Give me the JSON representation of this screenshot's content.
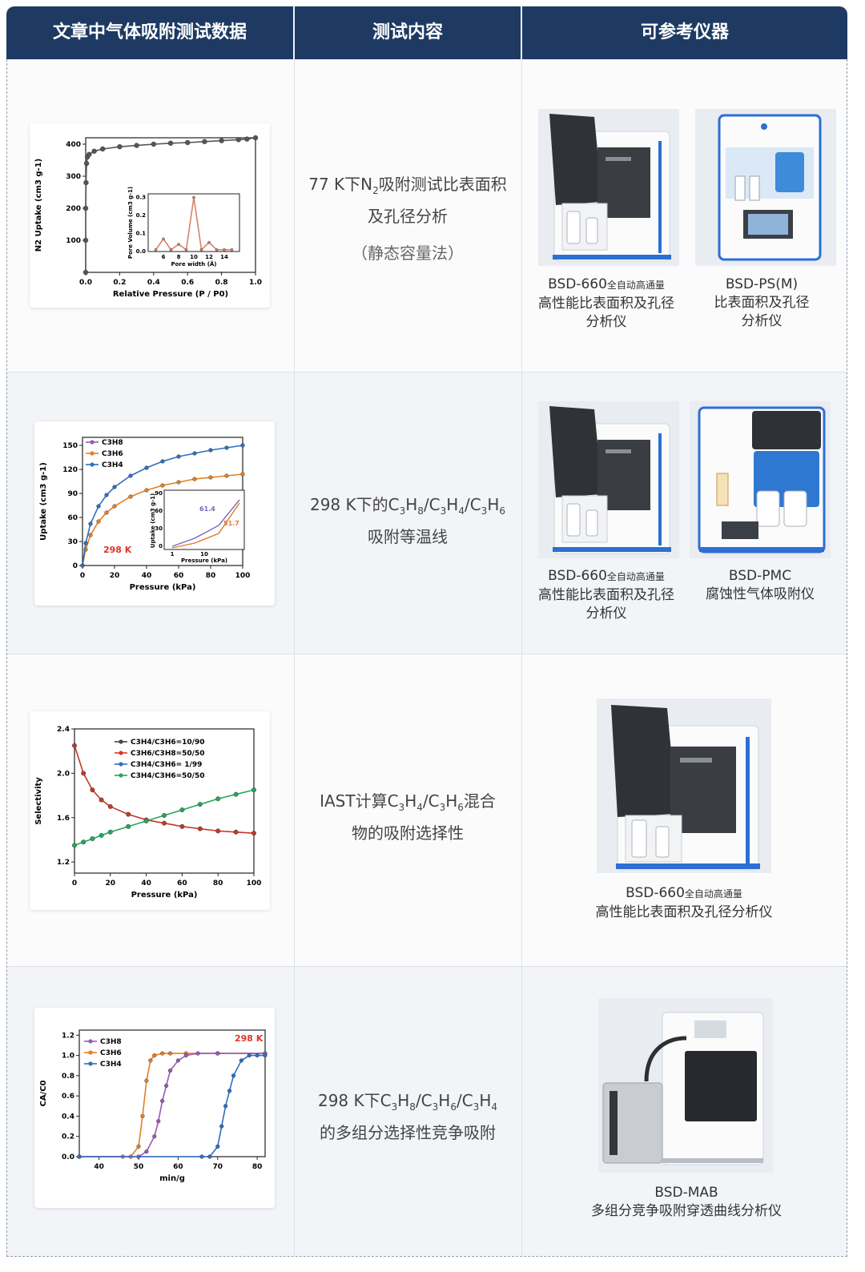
{
  "header": {
    "col1": "文章中气体吸附测试数据",
    "col2": "测试内容",
    "col3": "可参考仪器"
  },
  "rows": [
    {
      "content_html": "77 K下N<sub>2</sub>吸附测试比表面积<br>及孔径分析",
      "method": "（静态容量法）",
      "instruments": [
        {
          "name": "BSD-660",
          "small": "全自动高通量",
          "lines": [
            "高性能比表面积及孔径",
            "分析仪"
          ]
        },
        {
          "name": "BSD-PS(M)",
          "small": "",
          "lines": [
            "比表面积及孔径",
            "分析仪"
          ]
        }
      ]
    },
    {
      "content_html": "298 K下的C<sub>3</sub>H<sub>8</sub>/C<sub>3</sub>H<sub>4</sub>/C<sub>3</sub>H<sub>6</sub><br>吸附等温线",
      "method": "",
      "instruments": [
        {
          "name": "BSD-660",
          "small": "全自动高通量",
          "lines": [
            "高性能比表面积及孔径",
            "分析仪"
          ]
        },
        {
          "name": "BSD-PMC",
          "small": "",
          "lines": [
            "腐蚀性气体吸附仪"
          ]
        }
      ]
    },
    {
      "content_html": "IAST计算C<sub>3</sub>H<sub>4</sub>/C<sub>3</sub>H<sub>6</sub>混合<br>物的吸附选择性",
      "method": "",
      "instruments": [
        {
          "name": "BSD-660",
          "small": "全自动高通量",
          "lines": [
            "高性能比表面积及孔径分析仪"
          ]
        }
      ]
    },
    {
      "content_html": "298 K下C<sub>3</sub>H<sub>8</sub>/C<sub>3</sub>H<sub>6</sub>/C<sub>3</sub>H<sub>4</sub><br>的多组分选择性竞争吸附",
      "method": "",
      "instruments": [
        {
          "name": "BSD-MAB",
          "small": "",
          "lines": [
            "多组分竞争吸附穿透曲线分析仪"
          ]
        }
      ]
    }
  ],
  "chart_data": [
    {
      "type": "scatter",
      "xlabel": "Relative Pressure (P / P0)",
      "ylabel": "N2 Uptake (cm3 g-1)",
      "xlim": [
        0.0,
        1.0
      ],
      "ylim": [
        0,
        420
      ],
      "xticks": [
        "0.0",
        "0.2",
        "0.4",
        "0.6",
        "0.8",
        "1.0"
      ],
      "yticks": [
        "100",
        "200",
        "300",
        "400"
      ],
      "series": [
        {
          "x": [
            0.0,
            0.0,
            0.0,
            0.002,
            0.005,
            0.01,
            0.02,
            0.05,
            0.1,
            0.2,
            0.3,
            0.4,
            0.5,
            0.6,
            0.7,
            0.8,
            0.9,
            0.95,
            1.0
          ],
          "y": [
            0,
            100,
            200,
            280,
            340,
            360,
            368,
            378,
            385,
            392,
            396,
            400,
            403,
            405,
            408,
            411,
            414,
            416,
            420
          ]
        }
      ],
      "inset": {
        "xlabel": "Pore width (Å)",
        "ylabel": "Pore Volume (cm3 g-1)",
        "xlim": [
          4,
          16
        ],
        "ylim": [
          0,
          0.32
        ],
        "xticks": [
          "6",
          "8",
          "10",
          "12",
          "14"
        ],
        "yticks": [
          "0.0",
          "0.1",
          "0.2",
          "0.3"
        ],
        "series": [
          {
            "x": [
              5,
              6,
              7,
              8,
              9,
              10,
              11,
              12,
              13,
              14,
              15
            ],
            "y": [
              0.01,
              0.07,
              0.01,
              0.04,
              0.01,
              0.3,
              0.01,
              0.05,
              0.01,
              0.01,
              0.01
            ]
          }
        ]
      }
    },
    {
      "type": "line",
      "xlabel": "Pressure (kPa)",
      "ylabel": "Uptake (cm3 g-1)",
      "xlim": [
        0,
        100
      ],
      "ylim": [
        0,
        160
      ],
      "xticks": [
        "0",
        "20",
        "40",
        "60",
        "80",
        "100"
      ],
      "yticks": [
        "0",
        "30",
        "60",
        "90",
        "120",
        "150"
      ],
      "annotation": "298 K",
      "legend": [
        "C3H8",
        "C3H6",
        "C3H4"
      ],
      "series": [
        {
          "name": "C3H6",
          "x": [
            0,
            2,
            5,
            10,
            15,
            20,
            30,
            40,
            50,
            60,
            70,
            80,
            90,
            100
          ],
          "y": [
            0,
            20,
            38,
            55,
            66,
            74,
            86,
            94,
            100,
            104,
            108,
            110,
            112,
            114
          ]
        },
        {
          "name": "C3H4",
          "x": [
            0,
            2,
            5,
            10,
            15,
            20,
            30,
            40,
            50,
            60,
            70,
            80,
            90,
            100
          ],
          "y": [
            0,
            28,
            52,
            74,
            88,
            98,
            112,
            122,
            130,
            136,
            140,
            144,
            147,
            150
          ]
        }
      ],
      "inset": {
        "xlabel": "Pressure (kPa)",
        "ylabel": "Uptake (cm3 g-1)",
        "labels": [
          "61.4",
          "51.7"
        ],
        "xticks": [
          "1",
          "10"
        ],
        "yticks": [
          "0",
          "30",
          "60",
          "90"
        ]
      }
    },
    {
      "type": "scatter",
      "xlabel": "Pressure (kPa)",
      "ylabel": "Selectivity",
      "xlim": [
        0,
        100
      ],
      "ylim": [
        1.1,
        2.4
      ],
      "xticks": [
        "0",
        "20",
        "40",
        "60",
        "80",
        "100"
      ],
      "yticks": [
        "1.2",
        "1.6",
        "2.0",
        "2.4"
      ],
      "legend": [
        "C3H4/C3H6=10/90",
        "C3H6/C3H8=50/50",
        "C3H4/C3H6= 1/99",
        "C3H4/C3H6=50/50"
      ],
      "series": [
        {
          "name": "C3H4/C3H6=10/90",
          "x": [
            0,
            5,
            10,
            15,
            20,
            30,
            40,
            50,
            60,
            70,
            80,
            90,
            100
          ],
          "y": [
            2.25,
            2.0,
            1.85,
            1.76,
            1.7,
            1.63,
            1.58,
            1.55,
            1.52,
            1.5,
            1.48,
            1.47,
            1.46
          ]
        },
        {
          "name": "C3H4/C3H6=50/50",
          "x": [
            0,
            5,
            10,
            15,
            20,
            30,
            40,
            50,
            60,
            70,
            80,
            90,
            100
          ],
          "y": [
            1.35,
            1.38,
            1.41,
            1.44,
            1.47,
            1.52,
            1.57,
            1.62,
            1.67,
            1.72,
            1.77,
            1.81,
            1.85
          ]
        }
      ]
    },
    {
      "type": "line",
      "xlabel": "min/g",
      "ylabel": "CA/C0",
      "xlim": [
        35,
        82
      ],
      "ylim": [
        0,
        1.25
      ],
      "xticks": [
        "40",
        "50",
        "60",
        "70",
        "80"
      ],
      "yticks": [
        "0.0",
        "0.2",
        "0.4",
        "0.6",
        "0.8",
        "1.0",
        "1.2"
      ],
      "annotation": "298 K",
      "legend": [
        "C3H8",
        "C3H6",
        "C3H4"
      ],
      "series": [
        {
          "name": "C3H8",
          "x": [
            35,
            46,
            48,
            50,
            51,
            52,
            53,
            54,
            56,
            58,
            62,
            70,
            82
          ],
          "y": [
            0,
            0,
            0,
            0.1,
            0.4,
            0.75,
            0.95,
            1.0,
            1.02,
            1.02,
            1.02,
            1.02,
            1.02
          ]
        },
        {
          "name": "C3H6",
          "x": [
            35,
            50,
            52,
            54,
            55,
            56,
            57,
            58,
            60,
            62,
            65,
            70,
            82
          ],
          "y": [
            0,
            0,
            0.05,
            0.2,
            0.35,
            0.55,
            0.7,
            0.85,
            0.95,
            1.0,
            1.02,
            1.02,
            1.02
          ]
        },
        {
          "name": "C3H4",
          "x": [
            35,
            66,
            68,
            70,
            71,
            72,
            73,
            74,
            76,
            78,
            80,
            82
          ],
          "y": [
            0,
            0,
            0,
            0.1,
            0.3,
            0.5,
            0.65,
            0.8,
            0.95,
            1.0,
            1.0,
            1.0
          ]
        }
      ]
    }
  ]
}
